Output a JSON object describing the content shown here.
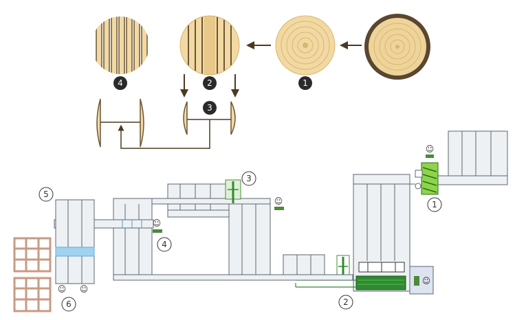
{
  "colors": {
    "wood_light": "#f2d9a3",
    "wood_ring": "#d8b66e",
    "bark": "#5b4630",
    "arrow": "#4a3a22",
    "step_badge_fill": "#2a2a2a",
    "step_badge_text": "#ffffff",
    "machine_fill": "#eef1f3",
    "machine_stroke": "#5a6570",
    "green_fill": "#2e8b2e",
    "green_light": "#8ed44b",
    "pallet": "#c99a84",
    "pallet_stroke": "#8a5a44",
    "blue_band": "#9fd3ef",
    "panel_box": "#dde3f1"
  },
  "process_steps": [
    {
      "label": "1"
    },
    {
      "label": "2"
    },
    {
      "label": "3"
    },
    {
      "label": "4"
    }
  ],
  "station_labels": [
    {
      "label": "1"
    },
    {
      "label": "2"
    },
    {
      "label": "3"
    },
    {
      "label": "4"
    },
    {
      "label": "5"
    },
    {
      "label": "6"
    }
  ],
  "icons": [
    "log-icon",
    "cant-icon",
    "board-icon",
    "arrow-left-icon",
    "arrow-down-icon",
    "operator-icon",
    "pallet-icon",
    "conveyor-icon"
  ]
}
